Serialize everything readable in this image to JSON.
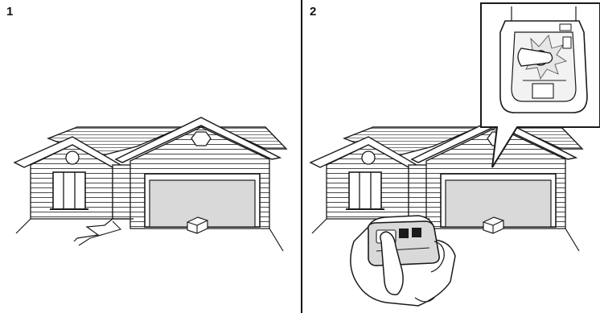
{
  "steps": [
    {
      "number": "1"
    },
    {
      "number": "2"
    }
  ],
  "icons": {
    "house": "house-illustration",
    "package": "package-box-icon",
    "remote": "remote-control-icon",
    "hand": "hand-icon",
    "callout": "garage-opener-learn-button-callout"
  },
  "colors": {
    "line": "#1a1a1a",
    "door": "#d9d9d9",
    "fill": "#ffffff",
    "mid": "#bdbdbd"
  }
}
